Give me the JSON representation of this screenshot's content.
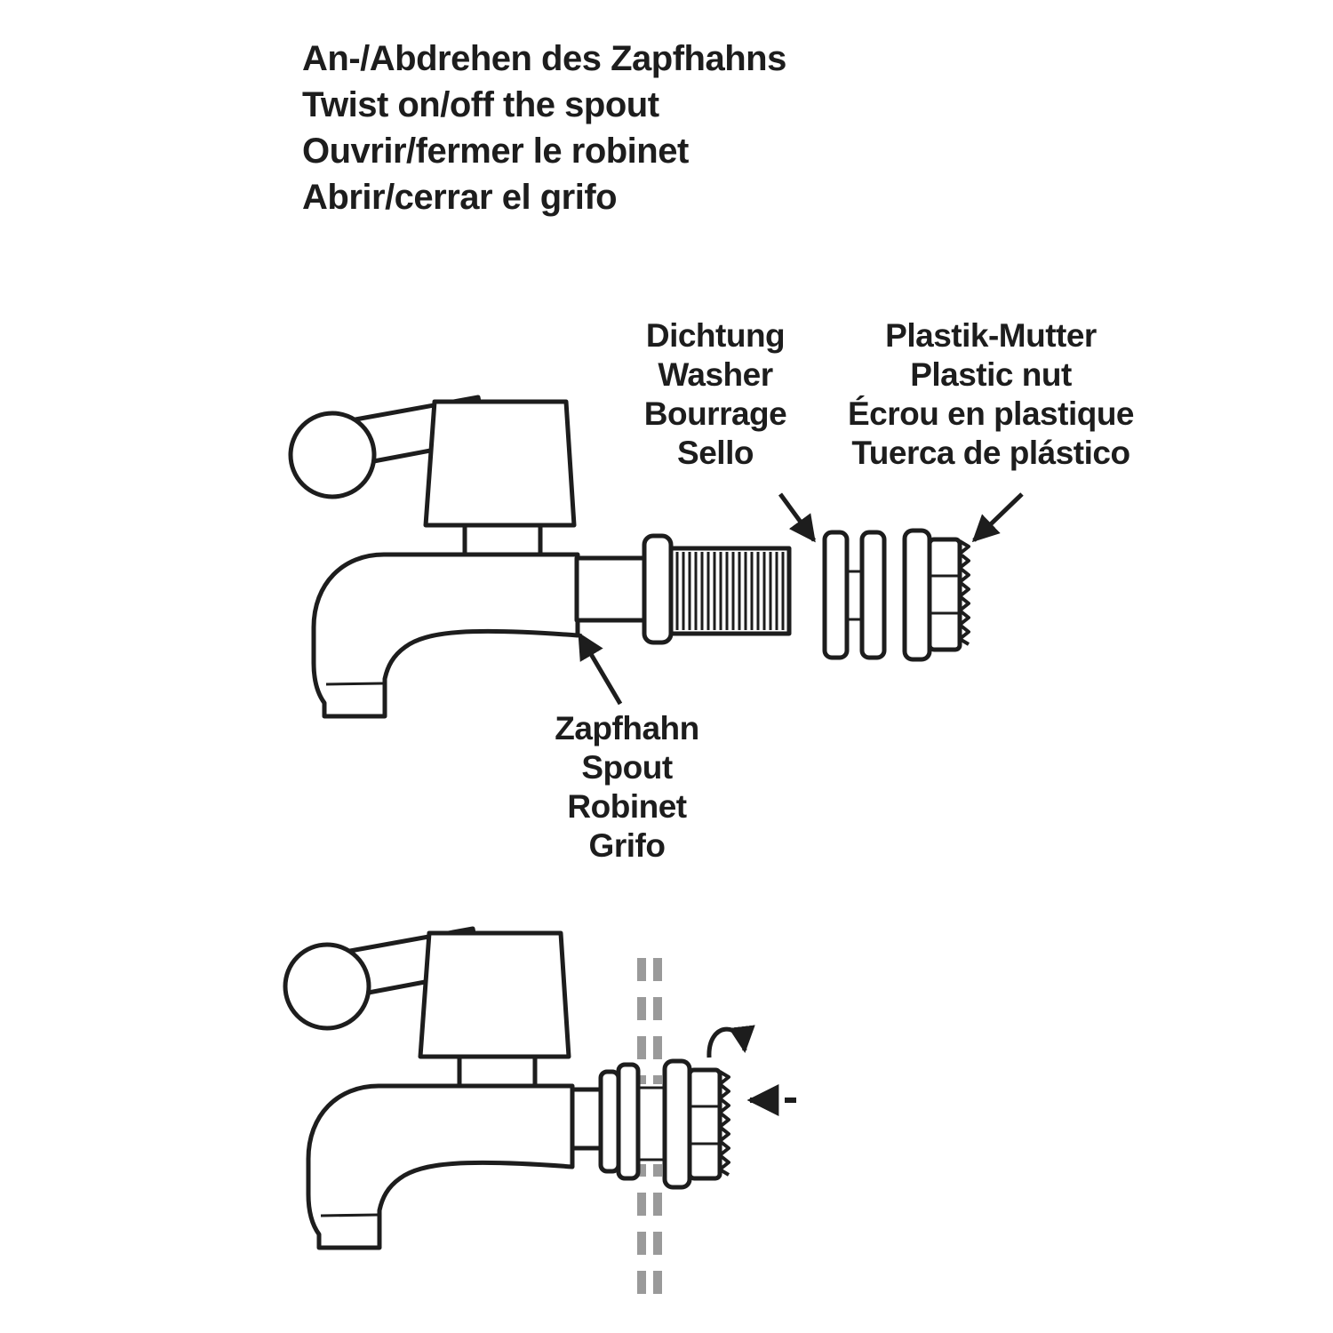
{
  "colors": {
    "ink": "#1d1d1d",
    "wall": "#9a9a9a",
    "background": "#ffffff"
  },
  "title": {
    "lines": [
      "An-/Abdrehen des Zapfhahns",
      "Twist on/off the spout",
      "Ouvrir/fermer le robinet",
      "Abrir/cerrar el grifo"
    ]
  },
  "labels": {
    "washer": {
      "lines": [
        "Dichtung",
        "Washer",
        "Bourrage",
        "Sello"
      ]
    },
    "plastic_nut": {
      "lines": [
        "Plastik-Mutter",
        "Plastic nut",
        "Écrou en plastique",
        "Tuerca de plástico"
      ]
    },
    "spout": {
      "lines": [
        "Zapfhahn",
        "Spout",
        "Robinet",
        "Grifo"
      ]
    }
  },
  "icons": {
    "rotation_arrow": "twist-direction",
    "push_arrow": "push-direction-dashed"
  }
}
